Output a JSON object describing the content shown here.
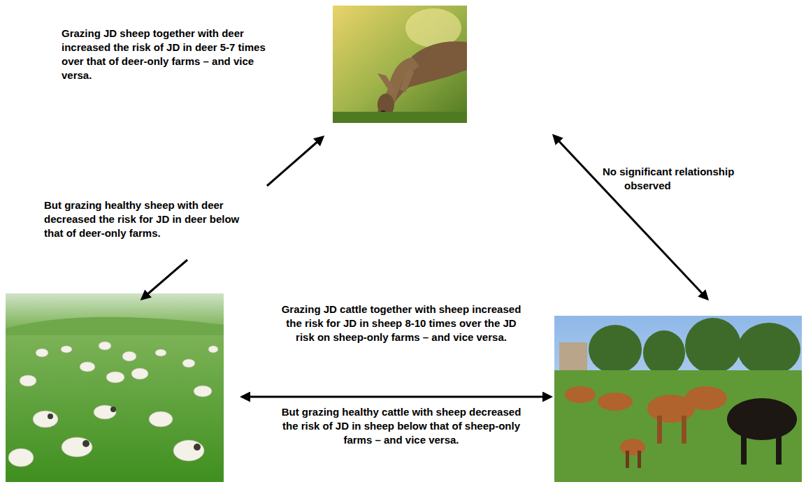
{
  "diagram": {
    "labels": [
      "Grazing JD sheep together with deer increased the risk of JD in deer 5-7 times over that of deer-only farms – and vice versa.",
      "But grazing healthy sheep with deer decreased the risk for JD in deer below that of deer-only farms.",
      "No significant relationship observed",
      "Grazing JD cattle together with sheep increased the risk for JD in sheep 8-10 times over the JD risk on sheep-only farms – and vice versa.",
      "But grazing healthy cattle with sheep decreased the risk of JD in sheep below that of sheep-only farms – and vice versa."
    ]
  }
}
